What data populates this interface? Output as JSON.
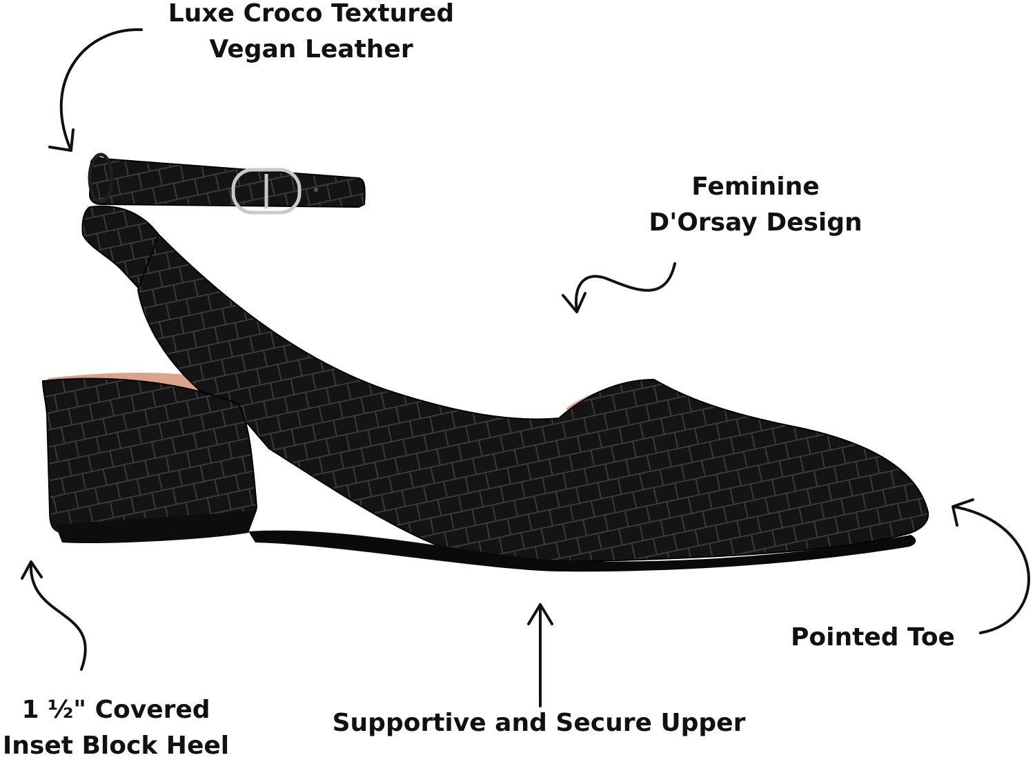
{
  "colors": {
    "background": "#ffffff",
    "text": "#111111",
    "leather": "#141414",
    "lining": "#d9a48a",
    "buckle": "#c9c9c9"
  },
  "callouts": {
    "material": {
      "line1": "Luxe Croco Textured",
      "line2": "Vegan Leather"
    },
    "design": {
      "line1": "Feminine",
      "line2": "D'Orsay Design"
    },
    "toe": {
      "line1": "Pointed Toe"
    },
    "upper": {
      "line1": "Supportive and Secure Upper"
    },
    "heel": {
      "line1": "1 ½\" Covered",
      "line2": "Inset Block Heel"
    }
  }
}
